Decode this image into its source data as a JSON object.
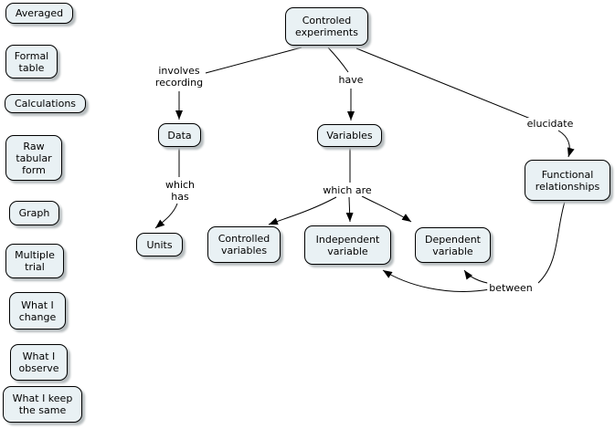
{
  "colors": {
    "background": "#ffffff",
    "node_fill": "#e9f1f4",
    "node_border": "#000000",
    "node_shadow": "#b7bdbf",
    "line": "#000000",
    "text": "#000000"
  },
  "left_column": {
    "averaged": "Averaged",
    "formal_table": "Formal\ntable",
    "calculations": "Calculations",
    "raw_tabular_form": "Raw\ntabular\nform",
    "graph": "Graph",
    "multiple_trial": "Multiple\ntrial",
    "what_i_change": "What I\nchange",
    "what_i_observe": "What I\nobserve",
    "what_i_keep_the_same": "What I keep\nthe same"
  },
  "map": {
    "nodes": {
      "controlled_experiments": "Controled\nexperiments",
      "data": "Data",
      "variables": "Variables",
      "functional_relationships": "Functional\nrelationships",
      "units": "Units",
      "controlled_variables": "Controlled\nvariables",
      "independent_variable": "Independent\nvariable",
      "dependent_variable": "Dependent\nvariable"
    },
    "link_labels": {
      "involves_recording": "involves\nrecording",
      "have": "have",
      "elucidate": "elucidate",
      "which_has": "which\nhas",
      "which_are": "which are",
      "between": "between"
    }
  }
}
